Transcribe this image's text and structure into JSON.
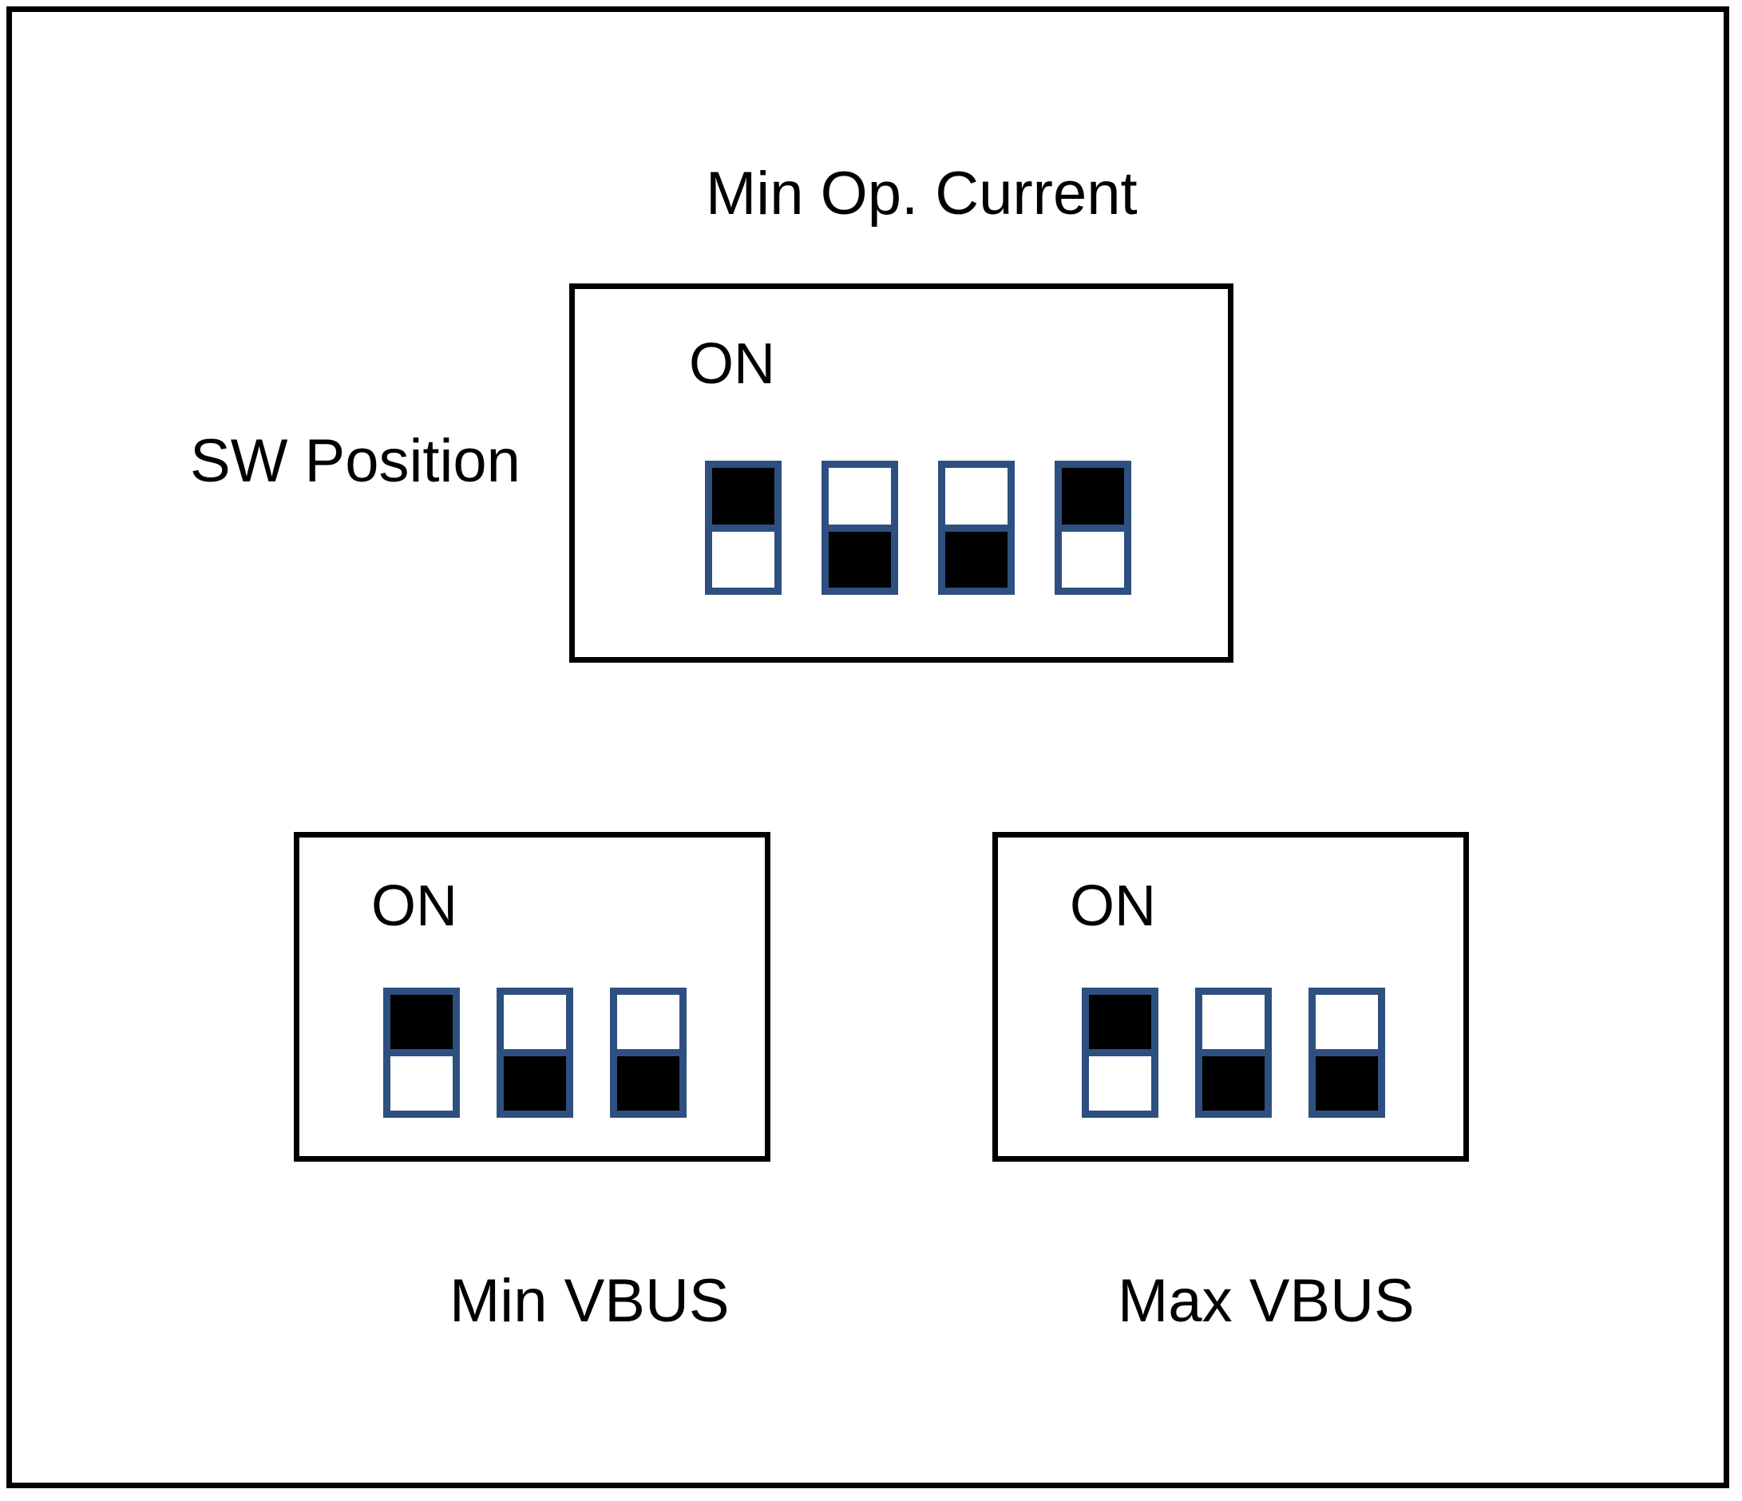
{
  "figure": {
    "title": "Min Op. Current",
    "side_label": "SW Position",
    "on_label": "ON",
    "colors": {
      "switch_border": "#2E5080",
      "switch_filled": "#000000",
      "panel_border": "#000000",
      "background": "#ffffff"
    }
  },
  "banks": [
    {
      "id": "min-op-current",
      "title": "Min Op. Current",
      "title_position": "top",
      "on_label": "ON",
      "switch_count": 4,
      "switches": [
        {
          "index": 1,
          "position": "ON",
          "filled_half": "top"
        },
        {
          "index": 2,
          "position": "OFF",
          "filled_half": "bottom"
        },
        {
          "index": 3,
          "position": "OFF",
          "filled_half": "bottom"
        },
        {
          "index": 4,
          "position": "ON",
          "filled_half": "top"
        }
      ]
    },
    {
      "id": "min-vbus",
      "title": "Min VBUS",
      "title_position": "bottom",
      "on_label": "ON",
      "switch_count": 3,
      "switches": [
        {
          "index": 1,
          "position": "ON",
          "filled_half": "top"
        },
        {
          "index": 2,
          "position": "OFF",
          "filled_half": "bottom"
        },
        {
          "index": 3,
          "position": "OFF",
          "filled_half": "bottom"
        }
      ]
    },
    {
      "id": "max-vbus",
      "title": "Max VBUS",
      "title_position": "bottom",
      "on_label": "ON",
      "switch_count": 3,
      "switches": [
        {
          "index": 1,
          "position": "ON",
          "filled_half": "top"
        },
        {
          "index": 2,
          "position": "OFF",
          "filled_half": "bottom"
        },
        {
          "index": 3,
          "position": "OFF",
          "filled_half": "bottom"
        }
      ]
    }
  ]
}
